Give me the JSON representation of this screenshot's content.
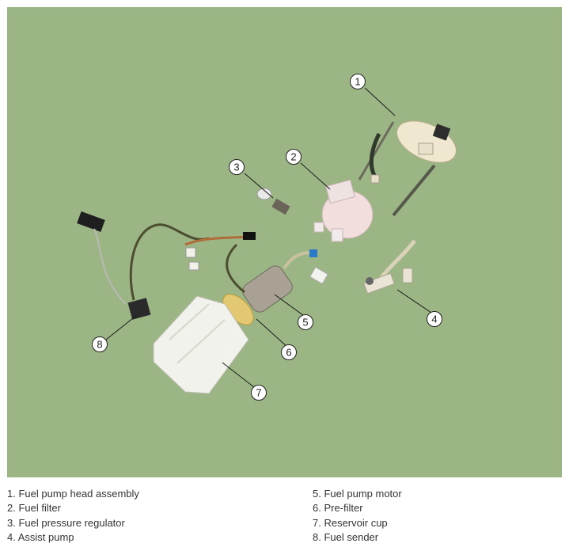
{
  "callouts": [
    "1",
    "2",
    "3",
    "4",
    "5",
    "6",
    "7",
    "8"
  ],
  "legend": {
    "left": [
      "1. Fuel pump head assembly",
      "2. Fuel filter",
      "3. Fuel pressure regulator",
      "4. Assist pump"
    ],
    "right": [
      "5. Fuel pump motor",
      "6. Pre-filter",
      "7. Reservoir cup",
      "8. Fuel sender"
    ]
  }
}
